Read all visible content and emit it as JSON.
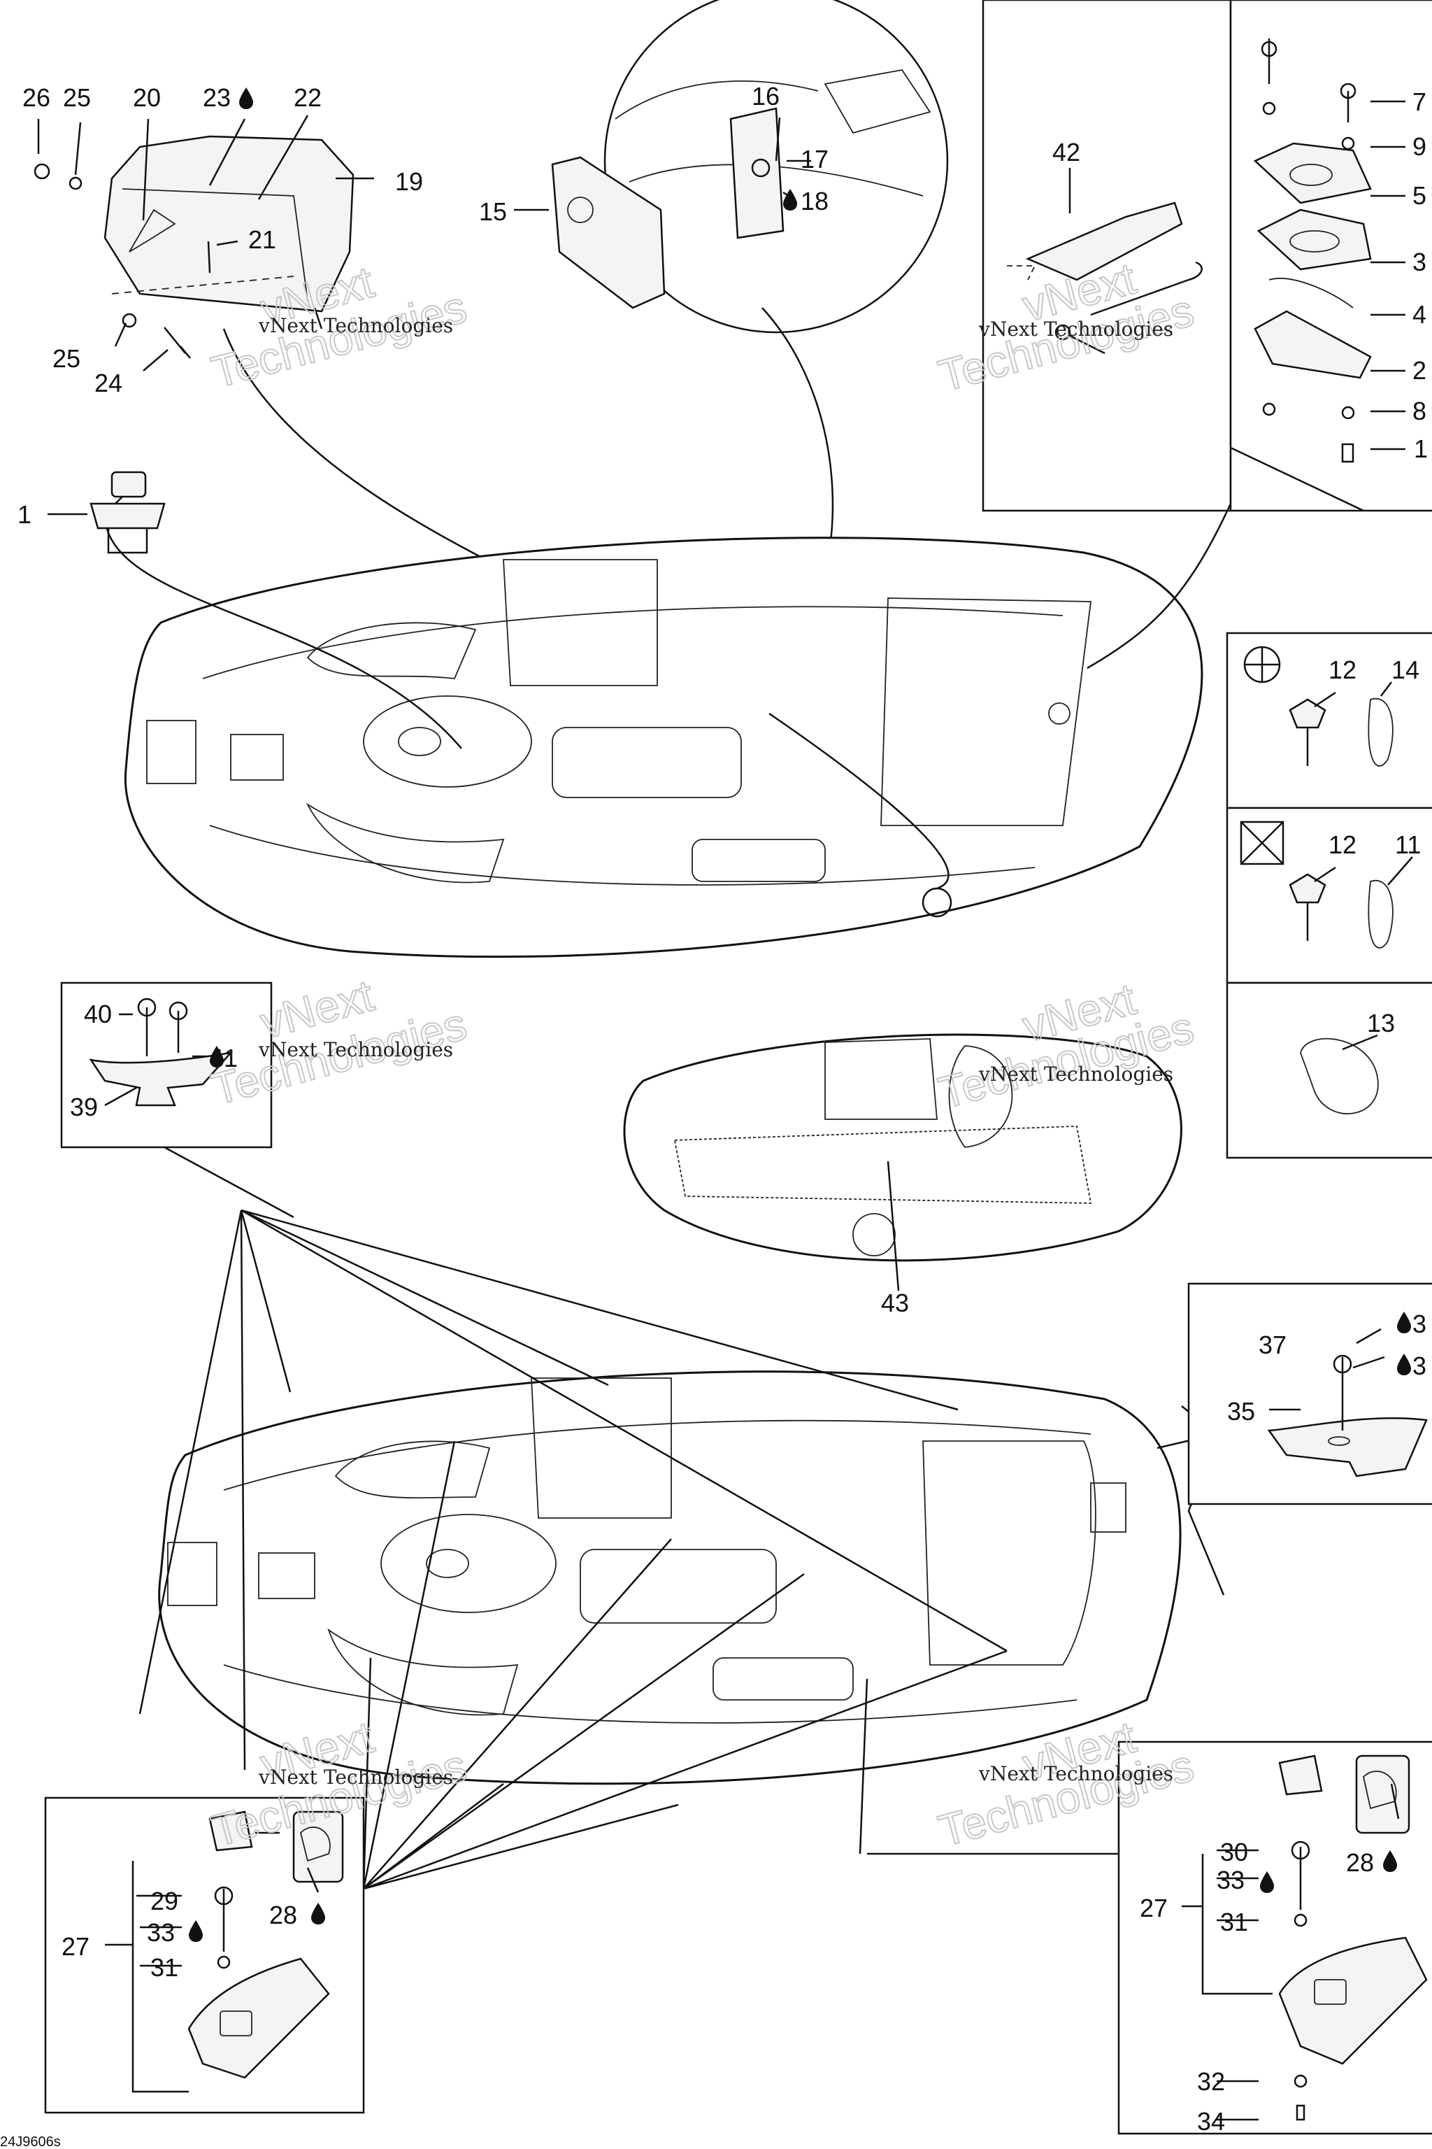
{
  "diagram": {
    "watermark_line1": "vNext Technologies",
    "watermark_outline_a": "vNext",
    "watermark_outline_b": "Technologies",
    "footer_code": "24J9606s",
    "labels": [
      {
        "id": "l26",
        "text": "26"
      },
      {
        "id": "l25a",
        "text": "25"
      },
      {
        "id": "l20",
        "text": "20"
      },
      {
        "id": "l23",
        "text": "23"
      },
      {
        "id": "l22",
        "text": "22"
      },
      {
        "id": "l19",
        "text": "19"
      },
      {
        "id": "l21",
        "text": "21"
      },
      {
        "id": "l25b",
        "text": "25"
      },
      {
        "id": "l24",
        "text": "24"
      },
      {
        "id": "l16",
        "text": "16"
      },
      {
        "id": "l17",
        "text": "17"
      },
      {
        "id": "l18",
        "text": "18"
      },
      {
        "id": "l15",
        "text": "15"
      },
      {
        "id": "l42",
        "text": "42"
      },
      {
        "id": "l7",
        "text": "7"
      },
      {
        "id": "l9",
        "text": "9"
      },
      {
        "id": "l5",
        "text": "5"
      },
      {
        "id": "l3",
        "text": "3"
      },
      {
        "id": "l4",
        "text": "4"
      },
      {
        "id": "l2",
        "text": "2"
      },
      {
        "id": "l8",
        "text": "8"
      },
      {
        "id": "l1r",
        "text": "1"
      },
      {
        "id": "l1",
        "text": "1"
      },
      {
        "id": "l12a",
        "text": "12"
      },
      {
        "id": "l14",
        "text": "14"
      },
      {
        "id": "l12b",
        "text": "12"
      },
      {
        "id": "l11",
        "text": "11"
      },
      {
        "id": "l13",
        "text": "13"
      },
      {
        "id": "l40",
        "text": "40"
      },
      {
        "id": "l41",
        "text": "41"
      },
      {
        "id": "l39",
        "text": "39"
      },
      {
        "id": "l43",
        "text": "43"
      },
      {
        "id": "l37",
        "text": "37"
      },
      {
        "id": "l36a",
        "text": "3"
      },
      {
        "id": "l36b",
        "text": "3"
      },
      {
        "id": "l35",
        "text": "35"
      },
      {
        "id": "l29",
        "text": "29"
      },
      {
        "id": "l33a",
        "text": "33"
      },
      {
        "id": "l28a",
        "text": "28"
      },
      {
        "id": "l27a",
        "text": "27"
      },
      {
        "id": "l31a",
        "text": "31"
      },
      {
        "id": "l30",
        "text": "30"
      },
      {
        "id": "l33b",
        "text": "33"
      },
      {
        "id": "l28b",
        "text": "28"
      },
      {
        "id": "l27b",
        "text": "27"
      },
      {
        "id": "l31b",
        "text": "31"
      },
      {
        "id": "l32",
        "text": "32"
      },
      {
        "id": "l34",
        "text": "34"
      }
    ]
  }
}
